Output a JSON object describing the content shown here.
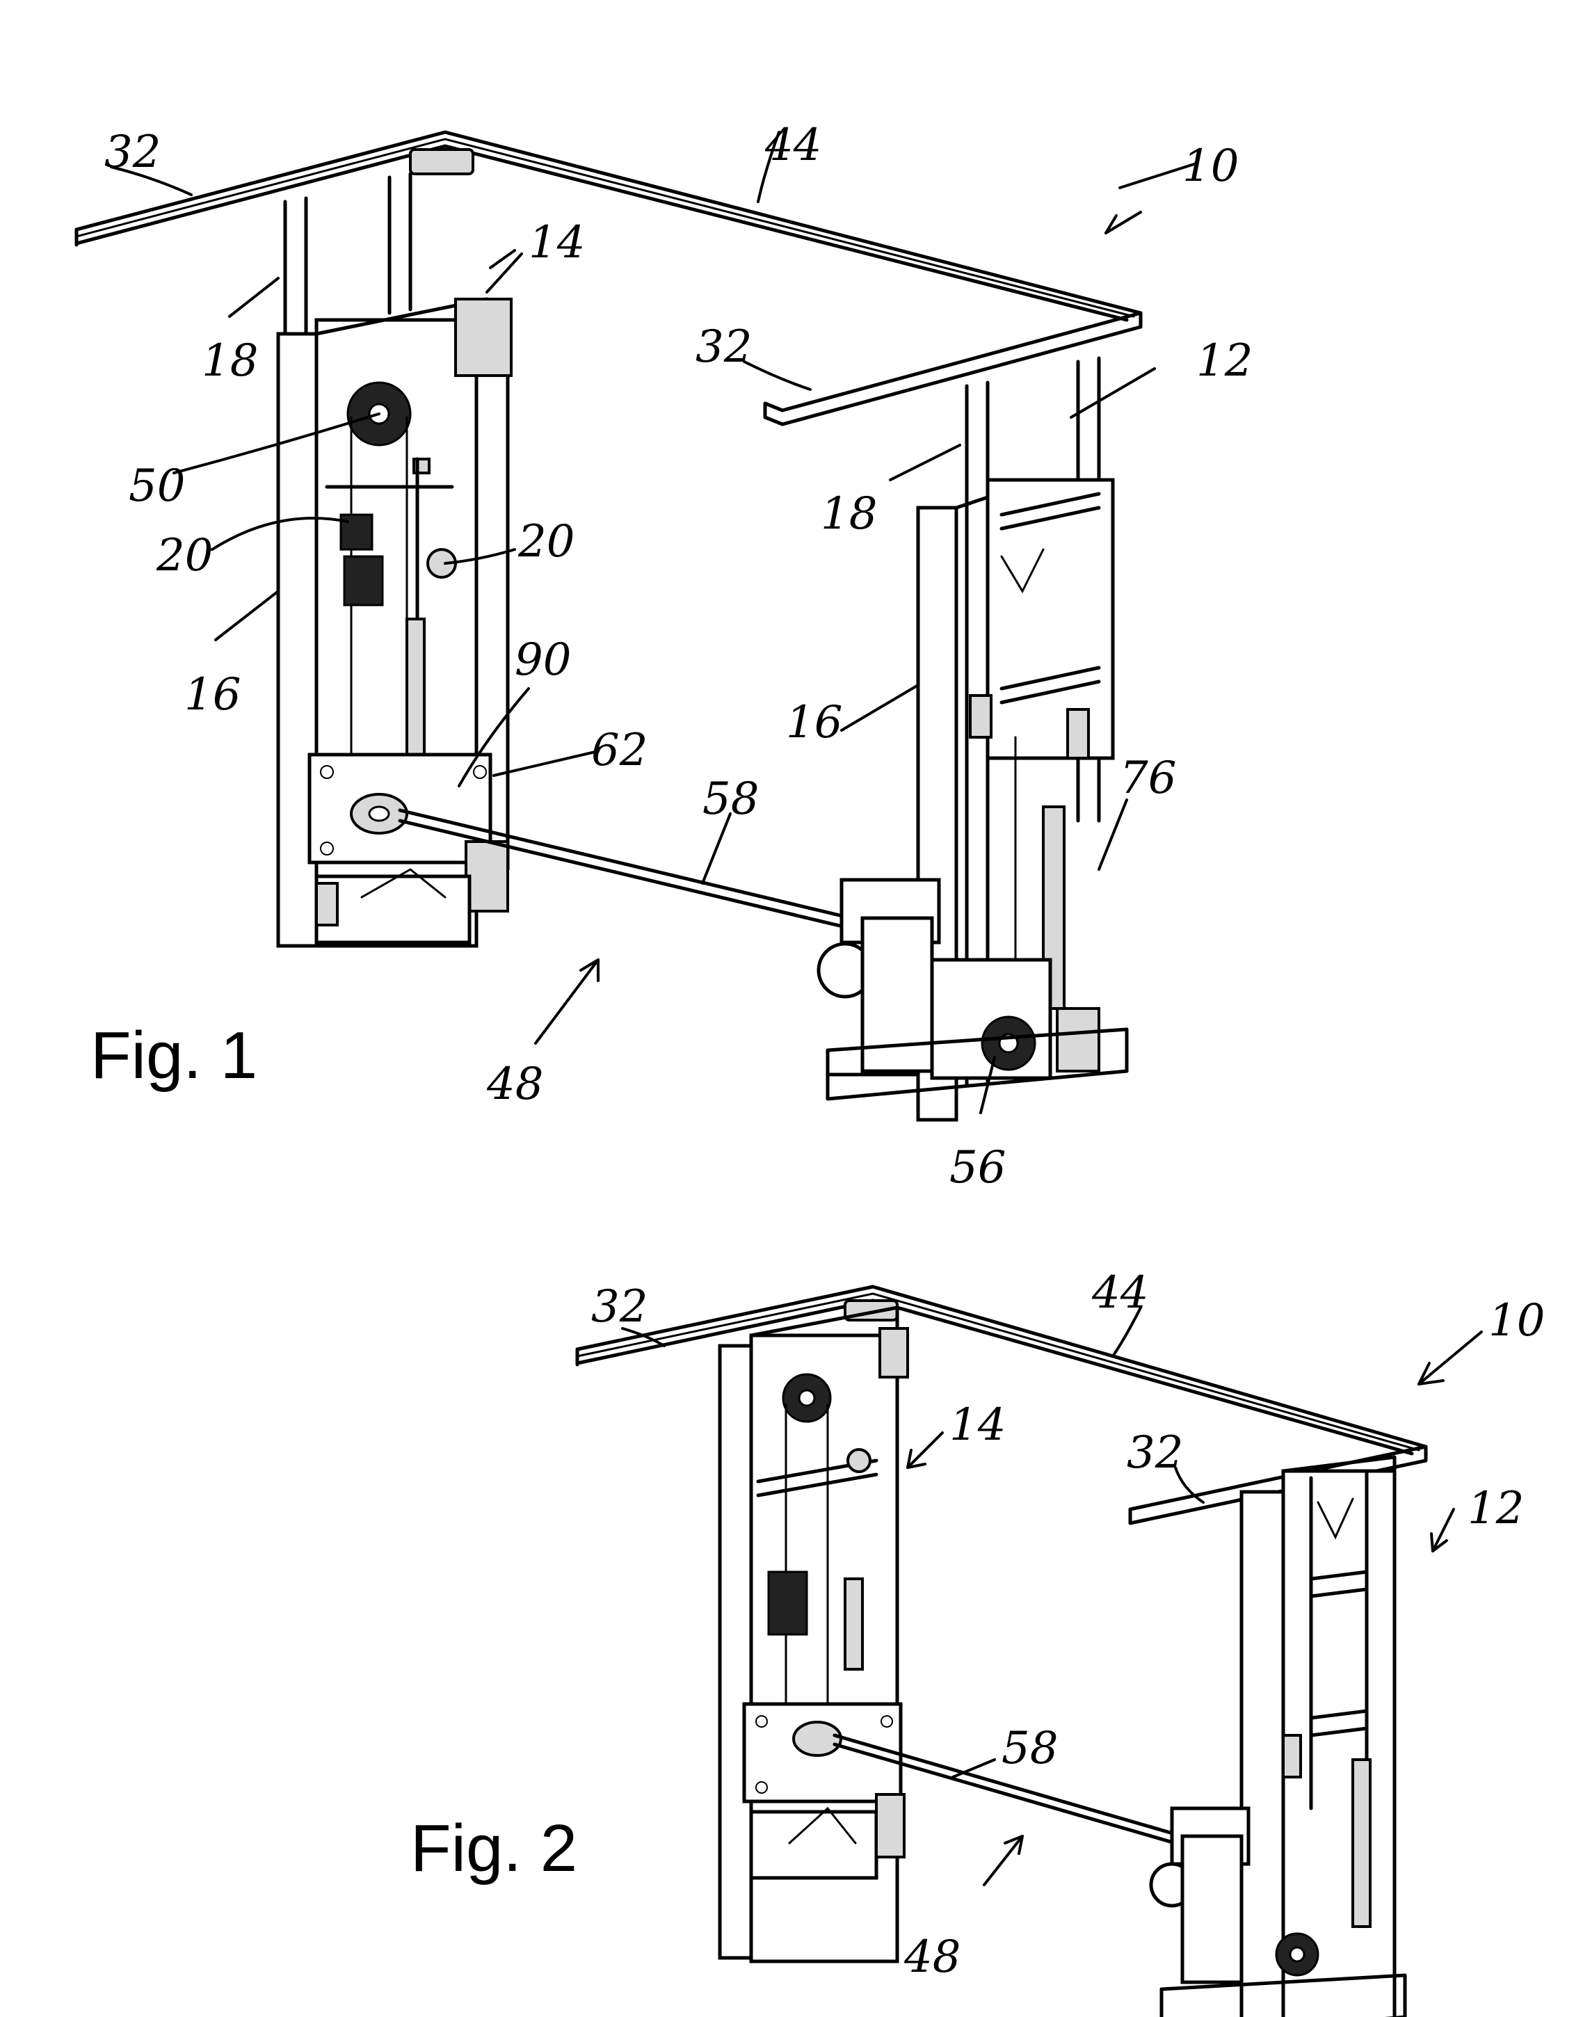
{
  "figures": [
    {
      "id": "fig1",
      "caption": "Fig. 1",
      "labels": {
        "ref_10": "10",
        "ref_12": "12",
        "ref_14": "14",
        "ref_16a": "16",
        "ref_16b": "16",
        "ref_18a": "18",
        "ref_18b": "18",
        "ref_20a": "20",
        "ref_20b": "20",
        "ref_32a": "32",
        "ref_32b": "32",
        "ref_44": "44",
        "ref_48": "48",
        "ref_50": "50",
        "ref_56": "56",
        "ref_58": "58",
        "ref_62": "62",
        "ref_76": "76",
        "ref_90": "90"
      }
    },
    {
      "id": "fig2",
      "caption": "Fig. 2",
      "labels": {
        "ref_10": "10",
        "ref_12": "12",
        "ref_14": "14",
        "ref_32a": "32",
        "ref_32b": "32",
        "ref_44": "44",
        "ref_48": "48",
        "ref_58": "58"
      }
    }
  ]
}
